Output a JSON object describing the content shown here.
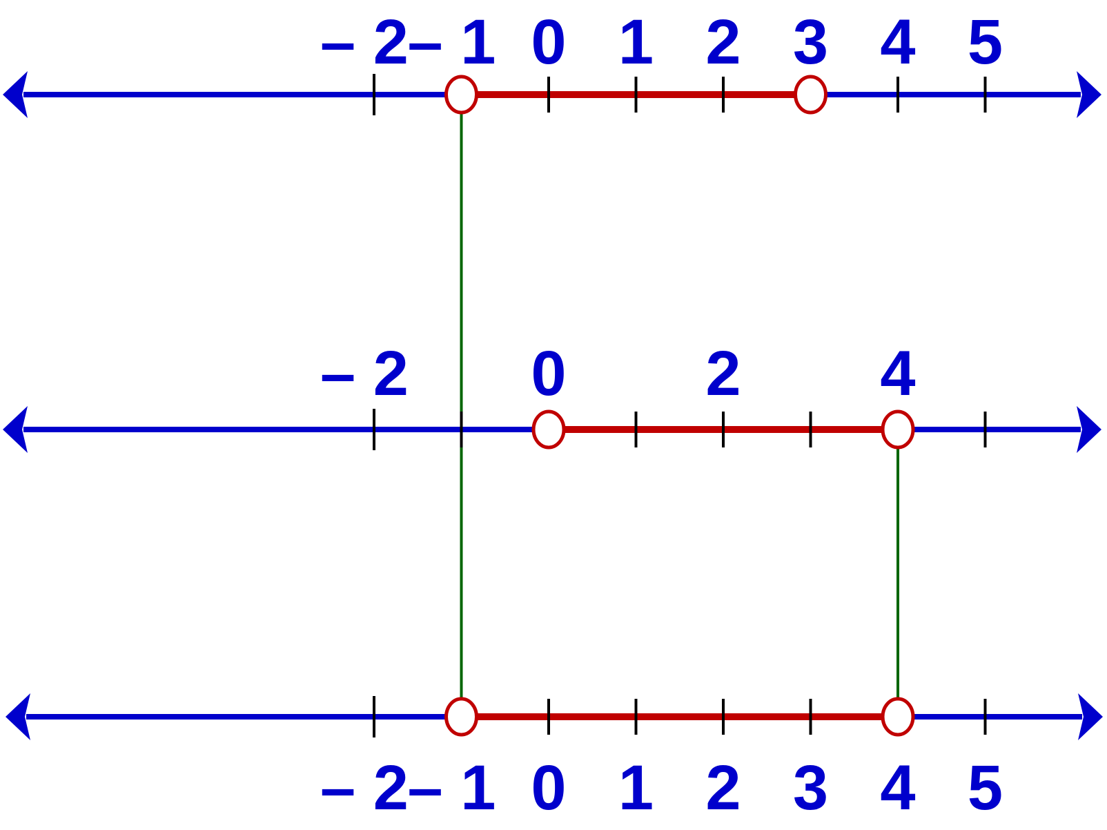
{
  "colors": {
    "axis": "#0000cc",
    "interval": "#c00000",
    "tick": "#000000",
    "connector": "#006600",
    "background": "#ffffff"
  },
  "lines": [
    {
      "id": "top",
      "ticks": [
        -2,
        -1,
        0,
        1,
        2,
        3,
        4,
        5
      ],
      "labels": [
        {
          "value": -2,
          "text": "– 2"
        },
        {
          "value": -1,
          "text": "– 1"
        },
        {
          "value": 0,
          "text": "0"
        },
        {
          "value": 1,
          "text": "1"
        },
        {
          "value": 2,
          "text": "2"
        },
        {
          "value": 3,
          "text": "3"
        },
        {
          "value": 4,
          "text": "4"
        },
        {
          "value": 5,
          "text": "5"
        }
      ],
      "label_side": "above",
      "interval": {
        "from": -1,
        "to": 3,
        "open_from": true,
        "open_to": true
      }
    },
    {
      "id": "middle",
      "ticks": [
        -2,
        -1,
        0,
        1,
        2,
        3,
        4,
        5
      ],
      "labels": [
        {
          "value": -2,
          "text": "– 2"
        },
        {
          "value": 0,
          "text": "0"
        },
        {
          "value": 2,
          "text": "2"
        },
        {
          "value": 4,
          "text": "4"
        }
      ],
      "label_side": "above",
      "interval": {
        "from": 0,
        "to": 4,
        "open_from": true,
        "open_to": true
      }
    },
    {
      "id": "bottom",
      "ticks": [
        -2,
        -1,
        0,
        1,
        2,
        3,
        4,
        5
      ],
      "labels": [
        {
          "value": -2,
          "text": "– 2"
        },
        {
          "value": -1,
          "text": "– 1"
        },
        {
          "value": 0,
          "text": "0"
        },
        {
          "value": 1,
          "text": "1"
        },
        {
          "value": 2,
          "text": "2"
        },
        {
          "value": 3,
          "text": "3"
        },
        {
          "value": 4,
          "text": "4"
        },
        {
          "value": 5,
          "text": "5"
        }
      ],
      "label_side": "below",
      "interval": {
        "from": -1,
        "to": 4,
        "open_from": true,
        "open_to": true
      }
    }
  ],
  "connectors": [
    {
      "value": -1,
      "from_line": "top",
      "to_line": "bottom"
    },
    {
      "value": 4,
      "from_line": "middle",
      "to_line": "bottom"
    }
  ]
}
